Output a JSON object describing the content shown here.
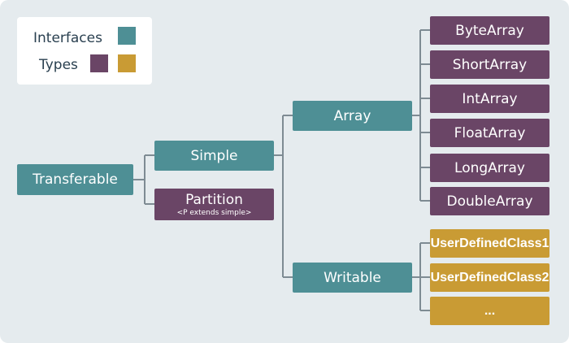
{
  "colors": {
    "background": "#e5ebee",
    "interface": "#4e8f95",
    "type_purple": "#6a4566",
    "type_gold": "#c99b34",
    "connector": "#7e8b93",
    "legend_text": "#2a4050"
  },
  "legend": {
    "interfaces_label": "Interfaces",
    "types_label": "Types"
  },
  "nodes": {
    "transferable": {
      "label": "Transferable"
    },
    "simple": {
      "label": "Simple"
    },
    "partition": {
      "label": "Partition",
      "sublabel": "<P extends simple>"
    },
    "array": {
      "label": "Array"
    },
    "writable": {
      "label": "Writable"
    },
    "byte_array": {
      "label": "ByteArray"
    },
    "short_array": {
      "label": "ShortArray"
    },
    "int_array": {
      "label": "IntArray"
    },
    "float_array": {
      "label": "FloatArray"
    },
    "long_array": {
      "label": "LongArray"
    },
    "double_array": {
      "label": "DoubleArray"
    },
    "user_defined_class_1": {
      "label": "UserDefinedClass1"
    },
    "user_defined_class_2": {
      "label": "UserDefinedClass2"
    },
    "ellipsis": {
      "label": "..."
    }
  }
}
